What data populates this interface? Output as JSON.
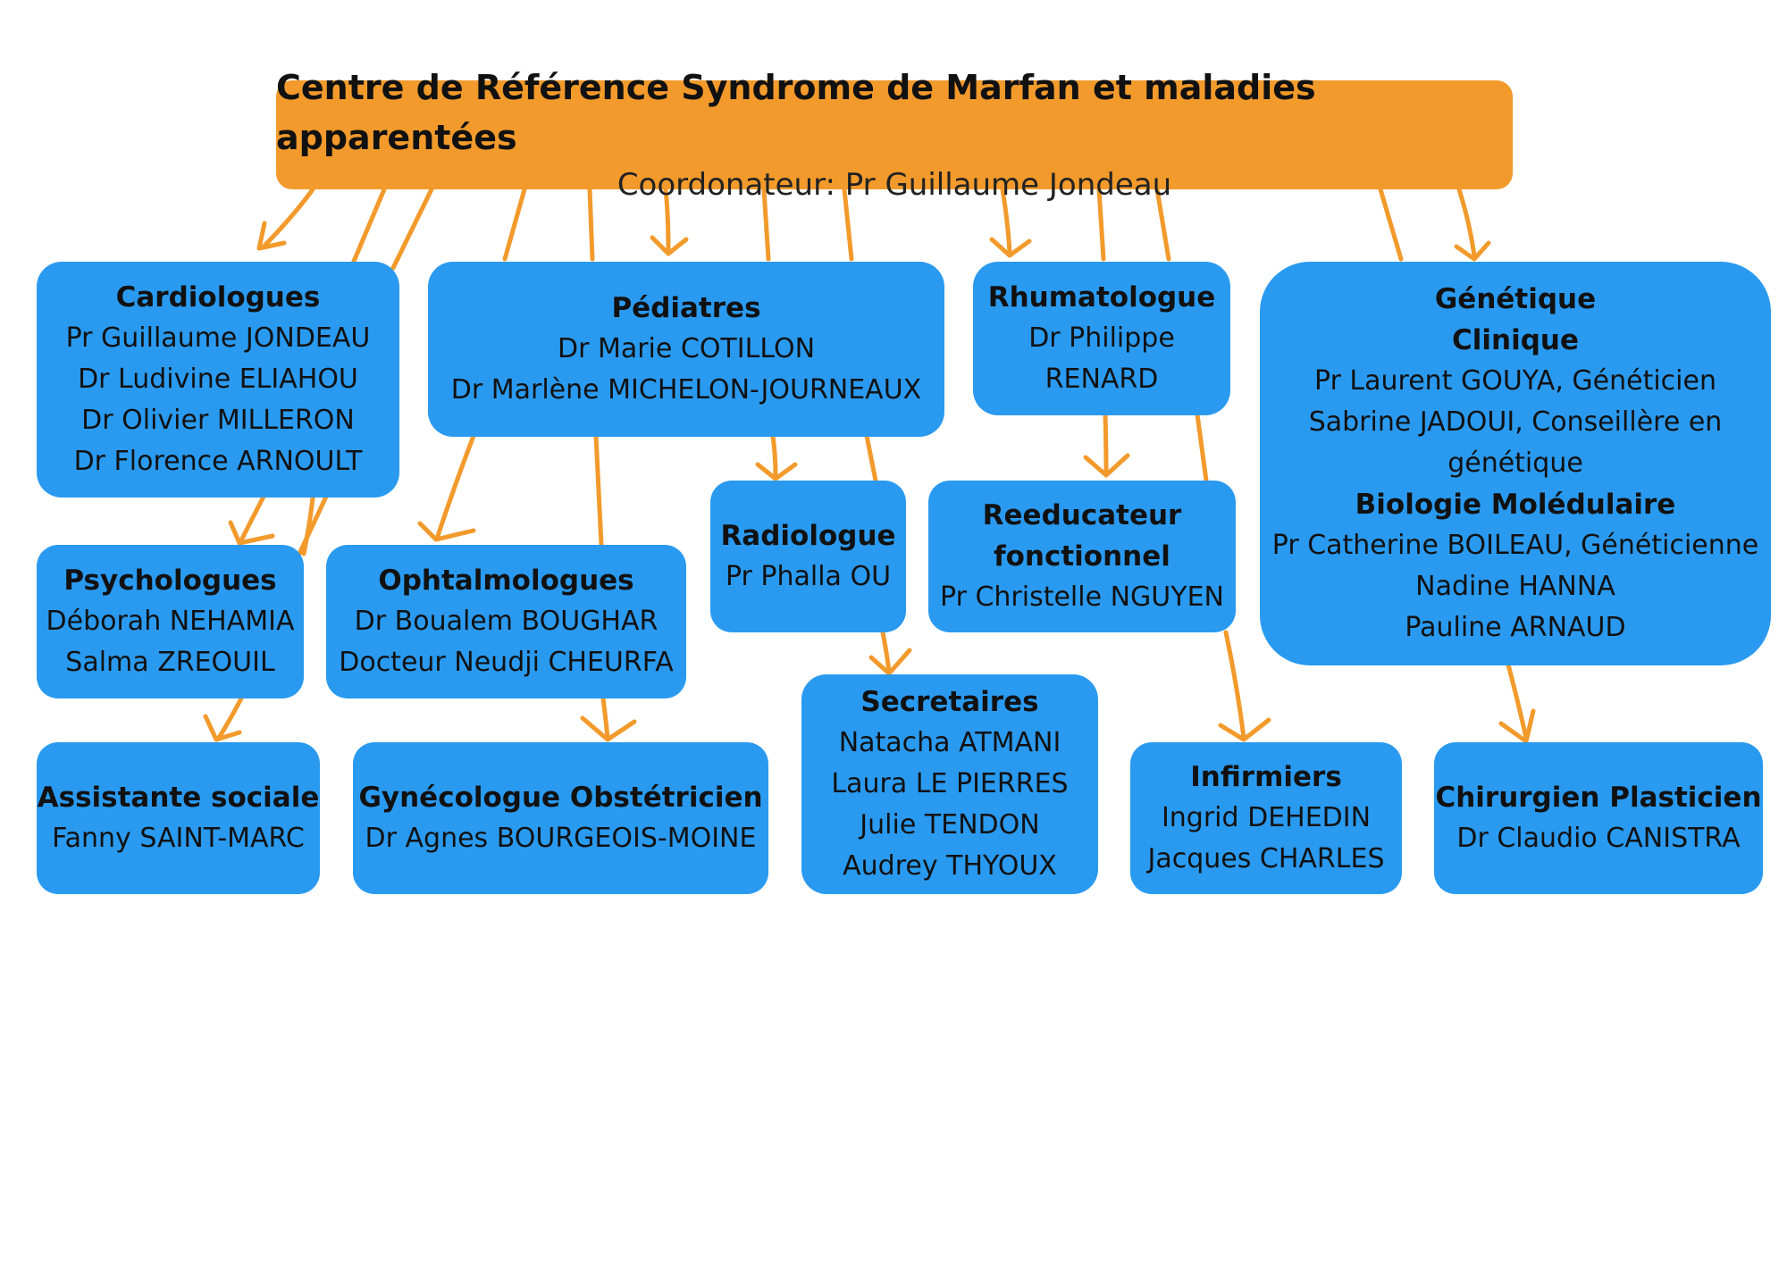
{
  "colors": {
    "root_bg": "#f29a2b",
    "box_bg": "#2a9af0",
    "arrow": "#f29a2b"
  },
  "root": {
    "title": "Centre de Référence Syndrome de Marfan et maladies apparentées",
    "subtitle": "Coordonateur: Pr Guillaume Jondeau"
  },
  "cardiologues": {
    "title": "Cardiologues",
    "members": [
      "Pr Guillaume JONDEAU",
      "Dr Ludivine ELIAHOU",
      "Dr Olivier MILLERON",
      "Dr Florence ARNOULT"
    ]
  },
  "pediatres": {
    "title": "Pédiatres",
    "members": [
      "Dr Marie COTILLON",
      "Dr Marlène MICHELON-JOURNEAUX"
    ]
  },
  "rhumatologue": {
    "title": "Rhumatologue",
    "members": [
      "Dr Philippe",
      "RENARD"
    ]
  },
  "genetique": {
    "title_1": "Génétique",
    "title_2": "Clinique",
    "members_1": [
      "Pr Laurent GOUYA, Généticien",
      "Sabrine JADOUI, Conseillère en",
      "génétique"
    ],
    "subtitle": "Biologie Molédulaire",
    "members_2": [
      "Pr Catherine BOILEAU, Généticienne",
      "Nadine HANNA",
      "Pauline ARNAUD"
    ]
  },
  "radiologue": {
    "title": "Radiologue",
    "members": [
      "Pr Phalla OU"
    ]
  },
  "reeducateur": {
    "title_1": "Reeducateur",
    "title_2": "fonctionnel",
    "members": [
      "Pr Christelle NGUYEN"
    ]
  },
  "psychologues": {
    "title": "Psychologues",
    "members": [
      "Déborah NEHAMIA",
      "Salma ZREOUIL"
    ]
  },
  "ophtalmologues": {
    "title": "Ophtalmologues",
    "members": [
      "Dr Boualem BOUGHAR",
      "Docteur Neudji CHEURFA"
    ]
  },
  "secretaires": {
    "title": "Secretaires",
    "members": [
      "Natacha ATMANI",
      "Laura LE PIERRES",
      "Julie TENDON",
      "Audrey THYOUX"
    ]
  },
  "assistante": {
    "title": "Assistante sociale",
    "members": [
      "Fanny SAINT-MARC"
    ]
  },
  "gynecologue": {
    "title": "Gynécologue Obstétricien",
    "members": [
      "Dr Agnes BOURGEOIS-MOINE"
    ]
  },
  "infirmiers": {
    "title": "Infirmiers",
    "members": [
      "Ingrid DEHEDIN",
      "Jacques CHARLES"
    ]
  },
  "chirurgien": {
    "title": "Chirurgien Plasticien",
    "members": [
      "Dr Claudio CANISTRA"
    ]
  }
}
